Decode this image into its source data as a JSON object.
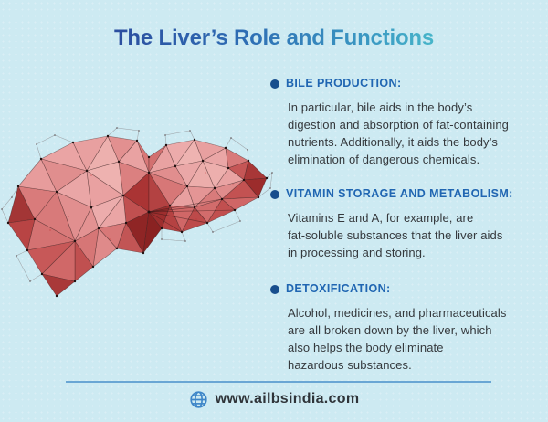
{
  "title": "The Liver’s Role and Functions",
  "illustration": {
    "name": "low-poly-liver",
    "alt": "Low-poly geometric illustration of a human liver in shades of red with wireframe lines and vertex dots"
  },
  "sections": [
    {
      "heading": "BILE PRODUCTION:",
      "body": "In particular, bile aids in the body’s\ndigestion and absorption of fat-containing\nnutrients. Additionally, it aids the body’s\nelimination of dangerous chemicals."
    },
    {
      "heading": "VITAMIN STORAGE AND METABOLISM:",
      "body": "Vitamins E and A, for example, are\nfat-soluble substances that the liver aids\nin processing and storing."
    },
    {
      "heading": "DETOXIFICATION:",
      "body": "Alcohol, medicines, and pharmaceuticals\nare all broken down by the liver, which\nalso helps the body eliminate\nhazardous substances."
    }
  ],
  "footer": {
    "website": "www.ailbsindia.com"
  },
  "colors": {
    "background": "#cdeaf2",
    "title_gradient_start": "#2b4a9d",
    "title_gradient_end": "#4bbccb",
    "heading_blue": "#2066b2",
    "bullet_blue": "#174e8d",
    "body_text": "#35393d",
    "divider_blue": "#6aa6d4",
    "globe_blue": "#3e86c8",
    "liver_red_light": "#eaa6a6",
    "liver_red_dark": "#8f2525"
  }
}
